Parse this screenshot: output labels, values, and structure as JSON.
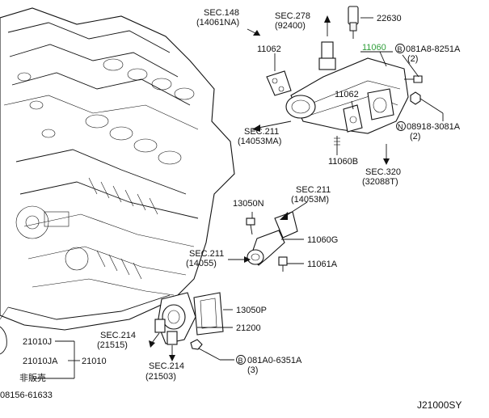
{
  "labels": {
    "sec148": "SEC.148",
    "sec148_sub": "(14061NA)",
    "sec278": "SEC.278",
    "sec278_sub": "(92400)",
    "p22630": "22630",
    "p11060": "11060",
    "b081a8": "081A8-8251A",
    "b081a8_qty": "(2)",
    "p11062_a": "11062",
    "p11062_b": "11062",
    "sec211_a": "SEC.211",
    "sec211_a_sub": "(14053MA)",
    "n08918": "08918-3081A",
    "n08918_qty": "(2)",
    "p11060b": "11060B",
    "sec320": "SEC.320",
    "sec320_sub": "(32088T)",
    "p13050n": "13050N",
    "sec211_b": "SEC.211",
    "sec211_b_sub": "(14053M)",
    "p11060g": "11060G",
    "sec211_c": "SEC.211",
    "sec211_c_sub": "(14055)",
    "p11061a": "11061A",
    "p13050p": "13050P",
    "p21200": "21200",
    "sec214_a": "SEC.214",
    "sec214_a_sub": "(21515)",
    "sec214_b": "SEC.214",
    "sec214_b_sub": "(21503)",
    "b081a0": "081A0-6351A",
    "b081a0_qty": "(3)",
    "p21010j": "21010J",
    "p21010ja": "21010JA",
    "p21010": "21010",
    "kanji": "非販売",
    "p08156": "08156-61633",
    "code": "J21000SY"
  },
  "markers": {
    "bolt": "B",
    "nut": "N"
  },
  "colors": {
    "highlight": "#2f9e3a"
  }
}
